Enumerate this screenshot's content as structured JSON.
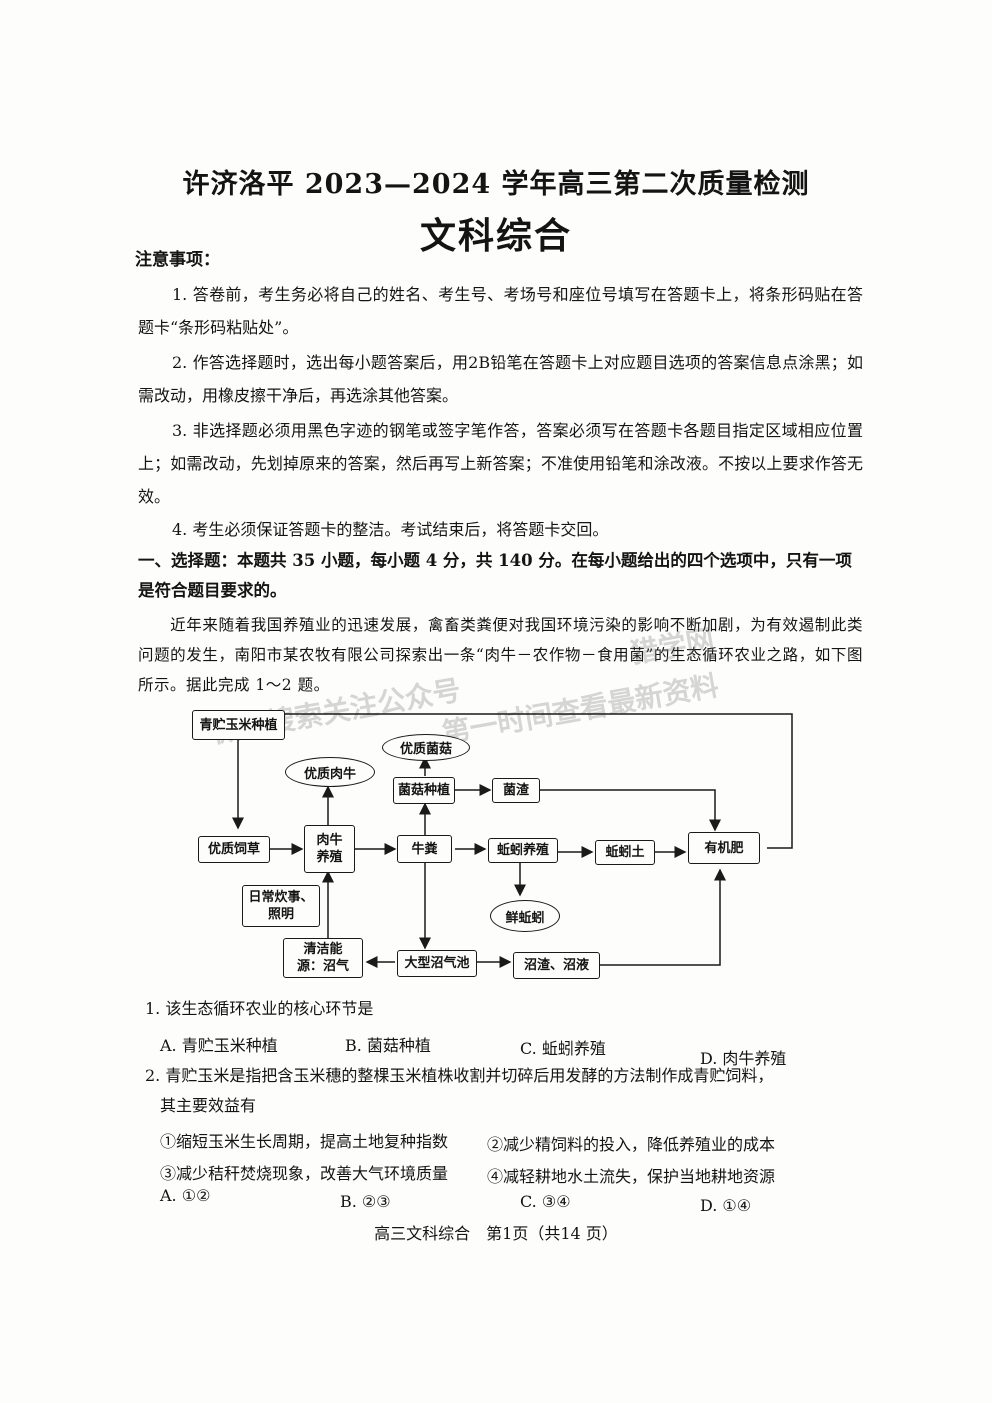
{
  "header": {
    "title": "许济洛平 2023—2024 学年高三第二次质量检测",
    "subtitle": "文科综合"
  },
  "notice": {
    "heading": "注意事项：",
    "items": [
      "1. 答卷前，考生务必将自己的姓名、考生号、考场号和座位号填写在答题卡上，将条形码贴在答题卡“条形码粘贴处”。",
      "2. 作答选择题时，选出每小题答案后，用2B铅笔在答题卡上对应题目选项的答案信息点涂黑；如需改动，用橡皮擦干净后，再选涂其他答案。",
      "3. 非选择题必须用黑色字迹的钢笔或签字笔作答，答案必须写在答题卡各题目指定区域相应位置上；如需改动，先划掉原来的答案，然后再写上新答案；不准使用铅笔和涂改液。不按以上要求作答无效。",
      "4. 考生必须保证答题卡的整洁。考试结束后，将答题卡交回。"
    ]
  },
  "section": {
    "heading": "一、选择题：本题共 35 小题，每小题 4 分，共 140 分。在每小题给出的四个选项中，只有一项是符合题目要求的。",
    "intro": "近年来随着我国养殖业的迅速发展，禽畜类粪便对我国环境污染的影响不断加剧，为有效遏制此类问题的发生，南阳市某农牧有限公司探索出一条“肉牛－农作物－食用菌”的生态循环农业之路，如下图所示。据此完成 1～2 题。"
  },
  "watermarks": [
    "微信搜索关注公众号",
    "第一时间查看最新资料",
    "猎学网"
  ],
  "diagram": {
    "corn": "青贮玉米种植",
    "forage": "优质饲草",
    "cattle_a": "肉牛",
    "cattle_b": "养殖",
    "quality_beef": "优质肉牛",
    "dung": "牛粪",
    "mushroom_farm": "菌菇种植",
    "quality_mushroom": "优质菌菇",
    "mushroom_residue": "菌渣",
    "earthworm_farm": "蚯蚓养殖",
    "earthworm_soil": "蚯蚓土",
    "fresh_earthworm": "鲜蚯蚓",
    "organic_fertilizer": "有机肥",
    "daily_a": "日常炊事、",
    "daily_b": "照明",
    "clean_a": "清洁能",
    "clean_b": "源：沼气",
    "biogas_pool": "大型沼气池",
    "biogas_residue": "沼渣、沼液"
  },
  "questions": {
    "q1": {
      "stem": "1. 该生态循环农业的核心环节是",
      "A": "A. 青贮玉米种植",
      "B": "B. 菌菇种植",
      "C": "C. 蚯蚓养殖",
      "D": "D. 肉牛养殖"
    },
    "q2": {
      "stem_a": "2. 青贮玉米是指把含玉米穗的整棵玉米植株收割并切碎后用发酵的方法制作成青贮饲料，",
      "stem_b": "其主要效益有",
      "s1": "①缩短玉米生长周期，提高土地复种指数",
      "s2": "②减少精饲料的投入，降低养殖业的成本",
      "s3": "③减少秸秆焚烧现象，改善大气环境质量",
      "s4": "④减轻耕地水土流失，保护当地耕地资源",
      "A": "A. ①②",
      "B": "B. ②③",
      "C": "C. ③④",
      "D": "D. ①④"
    }
  },
  "footer": "高三文科综合　第1页（共14 页）"
}
